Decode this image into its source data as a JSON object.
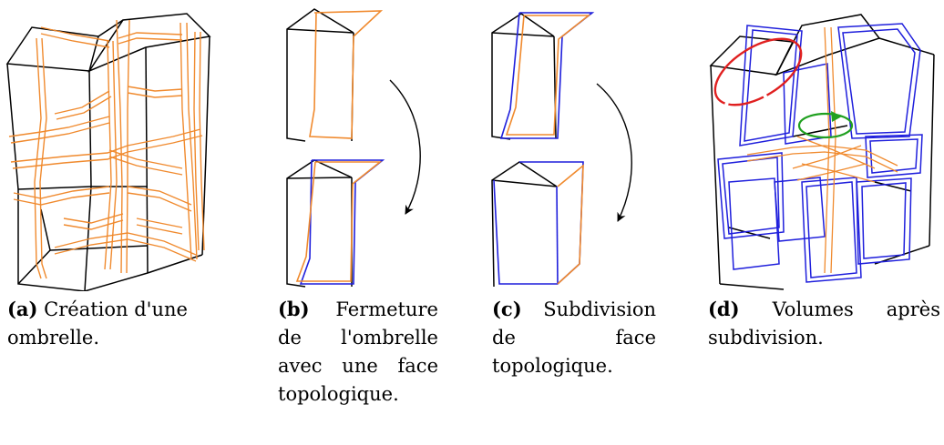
{
  "captions": {
    "a": {
      "tag": "(a)",
      "text": "Création d'une ombrelle."
    },
    "b": {
      "tag": "(b)",
      "text": "Fermeture de l'ombrelle avec une face topologique."
    },
    "c": {
      "tag": "(c)",
      "text": "Subdivision de face topologique."
    },
    "d": {
      "tag": "(d)",
      "text": "Volumes après subdivision."
    }
  },
  "colors": {
    "edge": "#000000",
    "umbrella": "#f08a2e",
    "face": "#1f1fdc",
    "highlight_red": "#e02020",
    "highlight_green": "#20a020"
  }
}
